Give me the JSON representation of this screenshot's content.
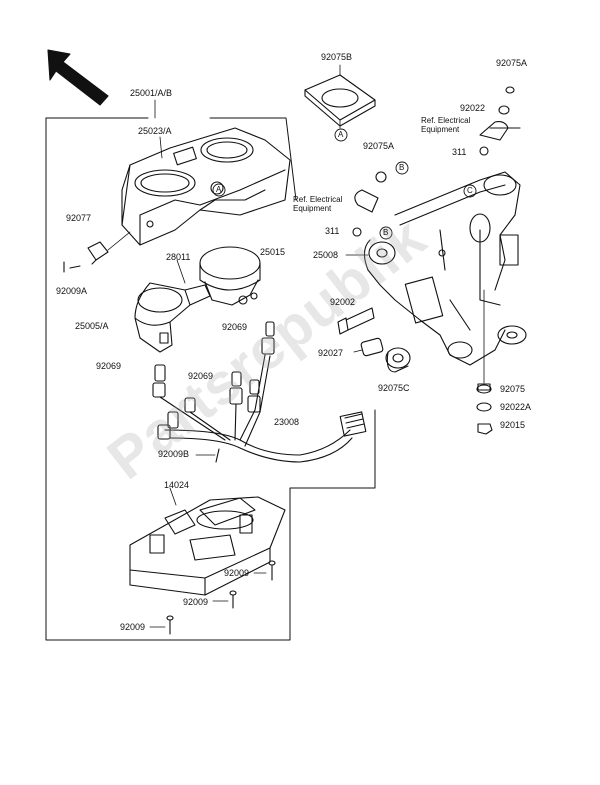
{
  "parts": {
    "p25001": "25001/A/B",
    "p25023": "25023/A",
    "p92077": "92077",
    "p92009A": "92009A",
    "p28011": "28011",
    "p25015": "25015",
    "p25005": "25005/A",
    "p92069a": "92069",
    "p92069b": "92069",
    "p92069c": "92069",
    "p23008": "23008",
    "p92009B": "92009B",
    "p14024": "14024",
    "p92009a": "92009",
    "p92009b": "92009",
    "p92009c": "92009",
    "p92075B": "92075B",
    "p92075A_top": "92075A",
    "p92022": "92022",
    "p311_top": "311",
    "p92075A_mid": "92075A",
    "p311_mid": "311",
    "p25008": "25008",
    "p92002": "92002",
    "p92027": "92027",
    "p92075C": "92075C",
    "p92075": "92075",
    "p92022A": "92022A",
    "p92015": "92015"
  },
  "refs": {
    "ref_top": "Ref. Electrical Equipment",
    "ref_mid": "Ref. Electrical Equipment"
  },
  "callouts": {
    "A": "A",
    "B": "B",
    "C": "C"
  },
  "watermark": "Partsrepublik"
}
